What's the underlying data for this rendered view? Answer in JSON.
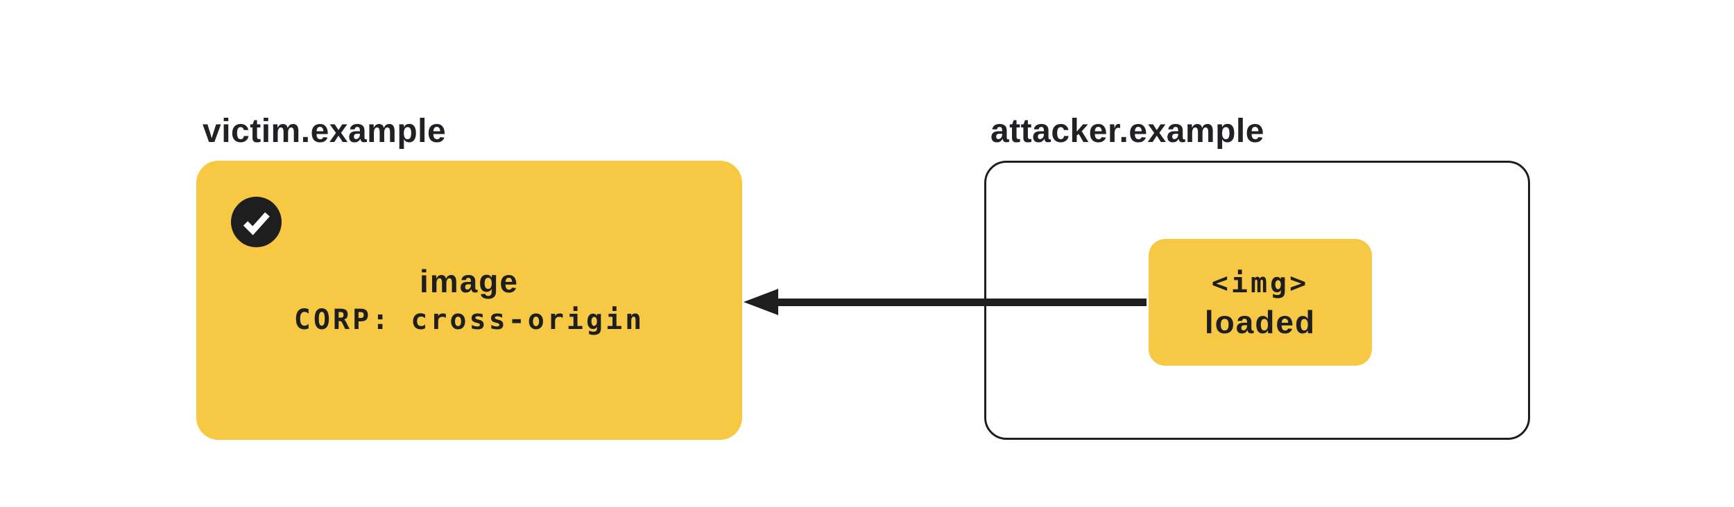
{
  "colors": {
    "background": "#FFFFFF",
    "accent_yellow": "#F7C844",
    "ink": "#1E1E1E",
    "label_text": "#202124"
  },
  "victim": {
    "label": "victim.example",
    "badge_icon": "check-icon",
    "resource_line": "image",
    "corp_header_line": "CORP: cross-origin"
  },
  "attacker": {
    "label": "attacker.example",
    "request_tag_line": "<img>",
    "request_status_line": "loaded"
  },
  "arrow": {
    "icon": "left-arrow-icon",
    "direction": "attacker-to-victim"
  }
}
